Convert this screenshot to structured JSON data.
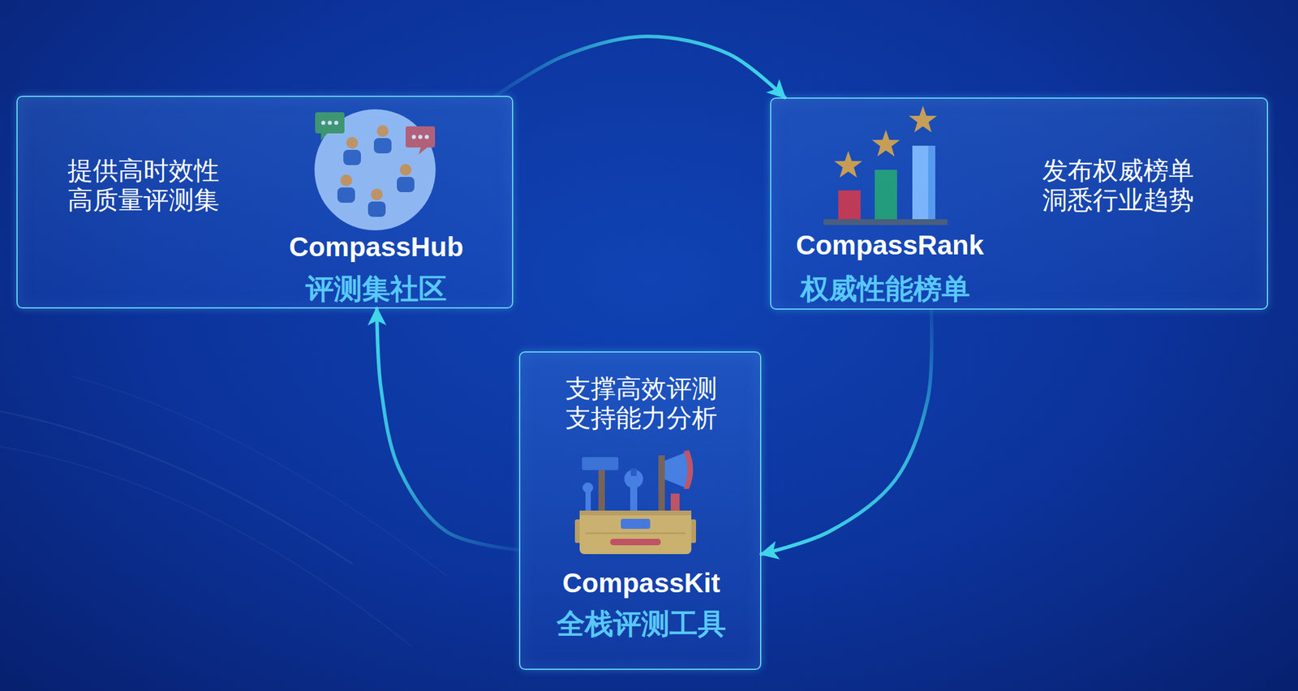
{
  "diagram": {
    "nodes": [
      {
        "text": [
          "提供高时效性 高质量评测集",
          "CompassHub",
          "评测集社区"
        ]
      },
      {
        "text": [
          "发布权威榜单 洞悉行业趋势",
          "CompassRank",
          "权威性能榜单"
        ]
      },
      {
        "text": [
          "支撑高效评测 支持能力分析",
          "CompassKit",
          "全栈评测工具"
        ]
      }
    ],
    "edges": [
      {
        "from": 0,
        "to": 1,
        "arrow": "to"
      },
      {
        "from": 1,
        "to": 2,
        "arrow": "to"
      },
      {
        "from": 2,
        "to": 0,
        "arrow": "to"
      }
    ]
  }
}
